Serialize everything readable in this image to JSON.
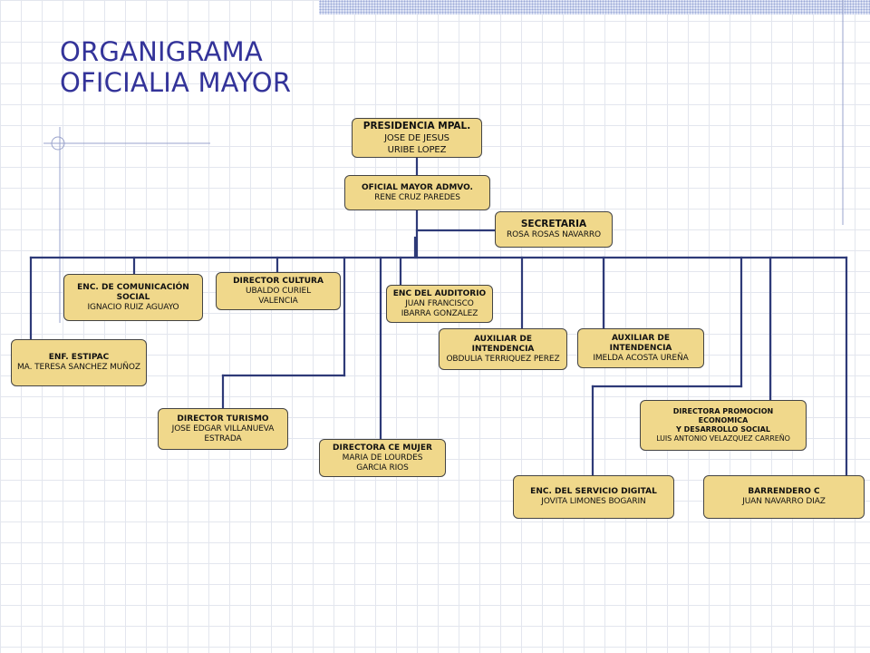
{
  "title": {
    "line1": "ORGANIGRAMA",
    "line2": "OFICIALIA MAYOR"
  },
  "nodes": {
    "presidencia": {
      "title": "PRESIDENCIA MPAL.",
      "name_line1": "JOSE DE JESUS",
      "name_line2": "URIBE LOPEZ"
    },
    "oficial_mayor": {
      "title": "OFICIAL MAYOR ADMVO.",
      "name_line1": "RENE CRUZ PAREDES"
    },
    "secretaria": {
      "title": "SECRETARIA",
      "name_line1": "ROSA ROSAS NAVARRO"
    },
    "comunicacion": {
      "title_line1": "ENC. DE COMUNICACIÓN",
      "title_line2": "SOCIAL",
      "name_line1": "IGNACIO RUIZ AGUAYO"
    },
    "cultura": {
      "title": "DIRECTOR CULTURA",
      "name_line1": "UBALDO CURIEL",
      "name_line2": "VALENCIA"
    },
    "auditorio": {
      "title": "ENC DEL AUDITORIO",
      "name_line1": "JUAN FRANCISCO",
      "name_line2": "IBARRA GONZALEZ"
    },
    "estipac": {
      "title": "ENF. ESTIPAC",
      "name_line1": "MA. TERESA SANCHEZ MUÑOZ"
    },
    "intendencia_1": {
      "title_line1": "AUXILIAR DE",
      "title_line2": "INTENDENCIA",
      "name_line1": "OBDULIA TERRIQUEZ PEREZ"
    },
    "intendencia_2": {
      "title_line1": "AUXILIAR DE",
      "title_line2": "INTENDENCIA",
      "name_line1": "IMELDA ACOSTA UREÑA"
    },
    "promocion": {
      "title_line1": "DIRECTORA PROMOCION",
      "title_line2": "ECONOMICA",
      "title_line3": "Y DESARROLLO SOCIAL",
      "name_line1": "LUIS ANTONIO  VELAZQUEZ  CARREÑO"
    },
    "turismo": {
      "title": "DIRECTOR TURISMO",
      "name_line1": "JOSE EDGAR VILLANUEVA",
      "name_line2": "ESTRADA"
    },
    "mujer": {
      "title": "DIRECTORA CE MUJER",
      "name_line1": "MARIA DE LOURDES",
      "name_line2": "GARCIA RIOS"
    },
    "servicio_digital": {
      "title": "ENC. DEL SERVICIO DIGITAL",
      "name_line1": "JOVITA LIMONES BOGARIN"
    },
    "barrendero": {
      "title": "BARRENDERO C",
      "name_line1": "JUAN NAVARRO DIAZ"
    }
  },
  "colors": {
    "box_fill": "#f0d88b",
    "connector": "#2e3a78",
    "title": "#333399"
  }
}
